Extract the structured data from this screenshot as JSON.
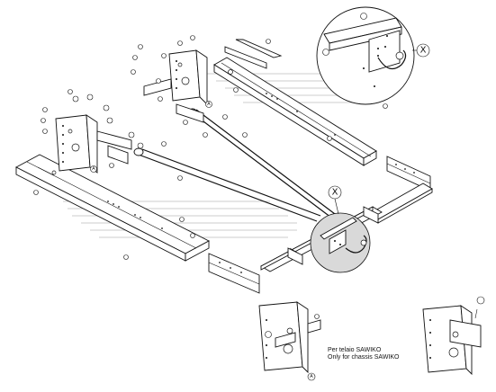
{
  "callouts": {
    "detail_marker": "X",
    "front_bracket": "A",
    "inset_bracket": "A"
  },
  "note": {
    "line1": "Per telaio SAWIKO",
    "line2": "Only for chassis SAWIKO"
  },
  "colors": {
    "line": "#111111",
    "detail_circle_fill": "#d9d9d9",
    "hatch": "#9a9a9a"
  }
}
